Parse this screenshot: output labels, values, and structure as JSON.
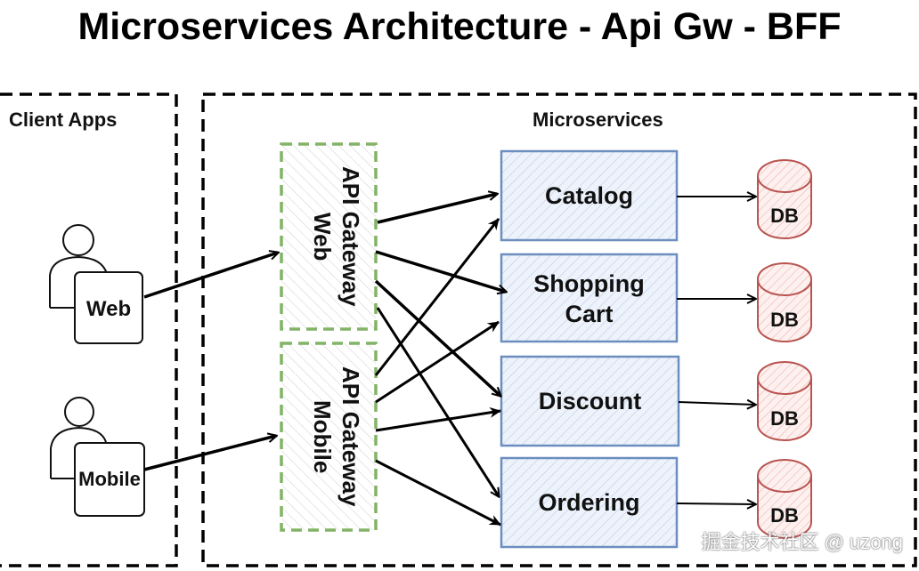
{
  "title": "Microservices Architecture - Api Gw - BFF",
  "regions": {
    "client_apps": "Client Apps",
    "microservices": "Microservices"
  },
  "clients": [
    {
      "label": "Web"
    },
    {
      "label": "Mobile"
    }
  ],
  "gateways": [
    {
      "label_line1": "API Gateway",
      "label_line2": "Web"
    },
    {
      "label_line1": "API Gateway",
      "label_line2": "Mobile"
    }
  ],
  "services": [
    {
      "label": "Catalog"
    },
    {
      "label": "Shopping\nCart"
    },
    {
      "label": "Discount"
    },
    {
      "label": "Ordering"
    }
  ],
  "databases": [
    {
      "label": "DB"
    },
    {
      "label": "DB"
    },
    {
      "label": "DB"
    },
    {
      "label": "DB"
    }
  ],
  "connections": [
    {
      "from": "Web",
      "to": "API Gateway Web"
    },
    {
      "from": "Mobile",
      "to": "API Gateway Mobile"
    },
    {
      "from": "API Gateway Web",
      "to": "Catalog"
    },
    {
      "from": "API Gateway Web",
      "to": "Shopping Cart"
    },
    {
      "from": "API Gateway Web",
      "to": "Discount"
    },
    {
      "from": "API Gateway Web",
      "to": "Ordering"
    },
    {
      "from": "API Gateway Mobile",
      "to": "Catalog"
    },
    {
      "from": "API Gateway Mobile",
      "to": "Shopping Cart"
    },
    {
      "from": "API Gateway Mobile",
      "to": "Discount"
    },
    {
      "from": "API Gateway Mobile",
      "to": "Ordering"
    },
    {
      "from": "Catalog",
      "to": "DB"
    },
    {
      "from": "Shopping Cart",
      "to": "DB"
    },
    {
      "from": "Discount",
      "to": "DB"
    },
    {
      "from": "Ordering",
      "to": "DB"
    }
  ],
  "colors": {
    "gateway_border": "#82b366",
    "service_border": "#6c8ebf",
    "service_fill": "#dae8fc",
    "db_border": "#b85450",
    "db_fill": "#f8cecc"
  },
  "watermark": "掘金技术社区 @ uzong"
}
